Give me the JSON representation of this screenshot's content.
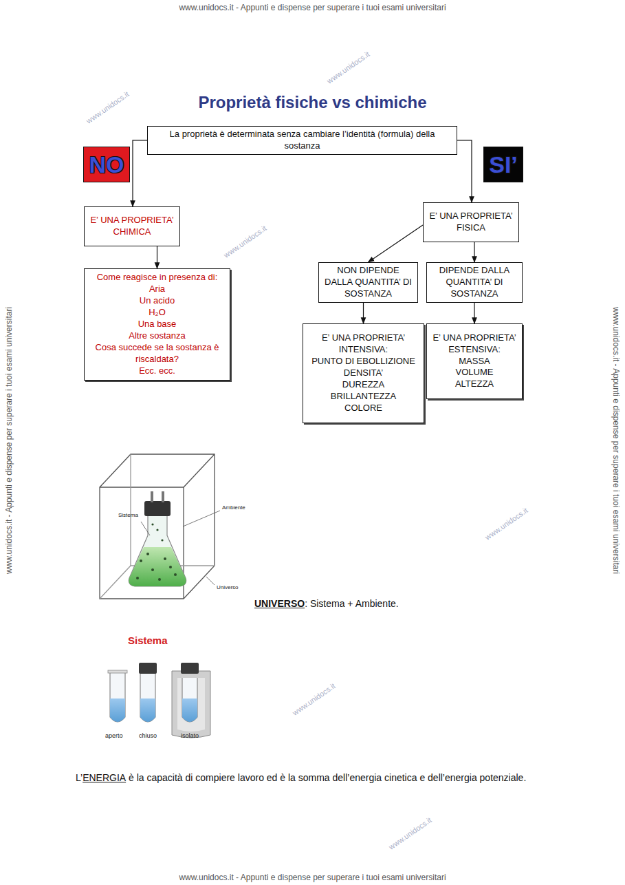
{
  "diagram": {
    "title": "Proprietà fisiche vs chimiche",
    "nodes": [
      {
        "text": [
          "La proprietà è determinata senza cambiare l’identità (formula) della sostanza"
        ]
      },
      {
        "text": [
          "NO"
        ]
      },
      {
        "text": [
          "SI’"
        ]
      },
      {
        "text": [
          "E’ UNA PROPRIETA’ CHIMICA"
        ]
      },
      {
        "text": [
          "E’ UNA PROPRIETA’ FISICA"
        ]
      },
      {
        "text": [
          "Come reagisce in presenza di:",
          "Aria",
          "Un acido",
          "H₂O",
          "Una base",
          "Altre sostanza",
          "Cosa succede se la sostanza è riscaldata?",
          "Ecc. ecc."
        ]
      },
      {
        "text": [
          "NON DIPENDE DALLA QUANTITA’ DI SOSTANZA"
        ]
      },
      {
        "text": [
          "DIPENDE DALLA QUANTITA’ DI SOSTANZA"
        ]
      },
      {
        "text": [
          "E’ UNA PROPRIETA’ INTENSIVA:",
          "PUNTO DI EBOLLIZIONE",
          "DENSITA’",
          "DUREZZA",
          "BRILLANTEZZA",
          "COLORE"
        ]
      },
      {
        "text": [
          "E’ UNA PROPRIETA’ ESTENSIVA:",
          "MASSA",
          "VOLUME",
          "ALTEZZA"
        ]
      }
    ],
    "edges": [
      {
        "from": 0,
        "to": 3,
        "arrow": "to"
      },
      {
        "from": 0,
        "to": 4,
        "arrow": "to"
      },
      {
        "from": 3,
        "to": 5,
        "arrow": "to"
      },
      {
        "from": 4,
        "to": 6,
        "arrow": "to"
      },
      {
        "from": 4,
        "to": 7,
        "arrow": "to"
      },
      {
        "from": 6,
        "to": 8,
        "arrow": "to"
      },
      {
        "from": 7,
        "to": 9,
        "arrow": "to"
      }
    ],
    "labels": [
      "www.unidocs.it - Appunti e dispense per superare i tuoi esami universitari",
      "www.unidocs.it - Appunti e dispense per superare i tuoi esami universitari",
      "www.unidocs.it - Appunti e dispense per superare i tuoi esami universitari",
      "www.unidocs.it - Appunti e dispense per superare i tuoi esami universitari",
      "www.unidocs.it",
      "www.unidocs.it",
      "www.unidocs.it",
      "www.unidocs.it",
      "www.unidocs.it",
      "www.unidocs.it",
      "Sistema",
      "Ambiente",
      "Universo",
      "UNIVERSO",
      ": Sistema + Ambiente.",
      "Sistema",
      "aperto",
      "chiuso",
      "isolato",
      "L’",
      "ENERGIA",
      "è la capacità di compiere lavoro ed è la somma dell’energia cinetica e dell’energia potenziale."
    ]
  }
}
